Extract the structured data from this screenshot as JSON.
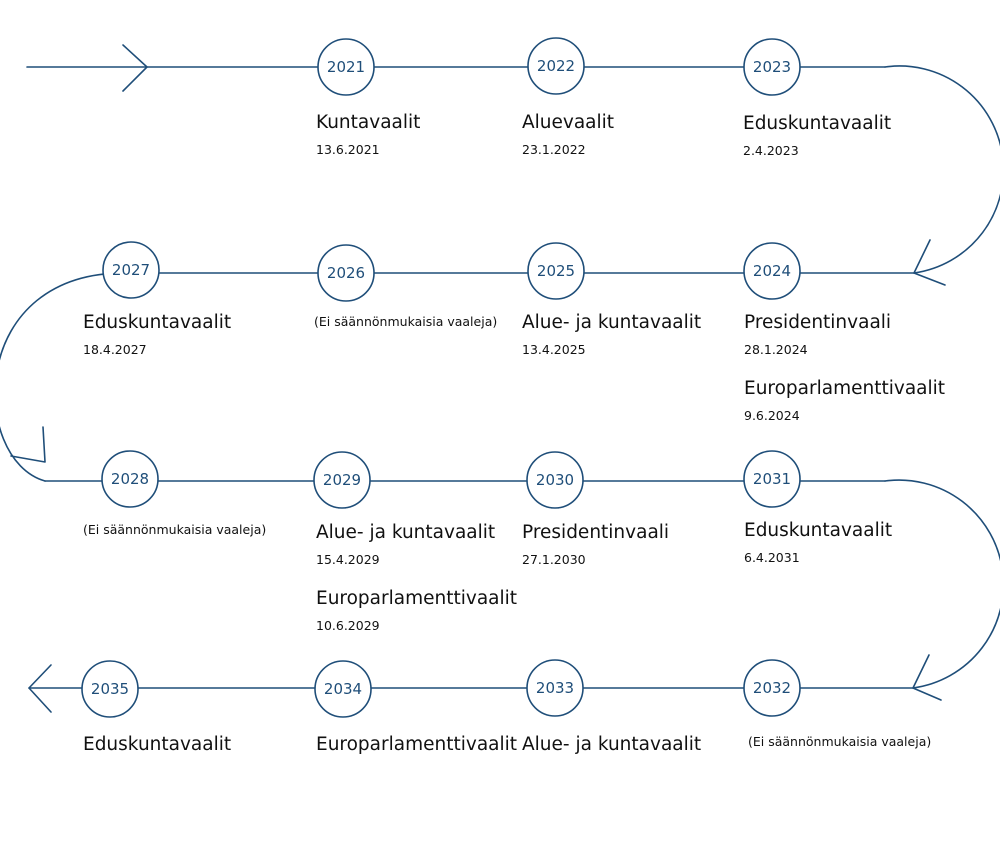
{
  "colors": {
    "line": "#1f4e79",
    "text": "#111111",
    "background": "#ffffff"
  },
  "nodes": [
    {
      "year": "2021",
      "events": [
        {
          "title": "Kuntavaalit",
          "date": "13.6.2021"
        }
      ]
    },
    {
      "year": "2022",
      "events": [
        {
          "title": "Aluevaalit",
          "date": "23.1.2022"
        }
      ]
    },
    {
      "year": "2023",
      "events": [
        {
          "title": "Eduskuntavaalit",
          "date": "2.4.2023"
        }
      ]
    },
    {
      "year": "2024",
      "events": [
        {
          "title": "Presidentinvaali",
          "date": "28.1.2024"
        },
        {
          "title": "Europarlamenttivaalit",
          "date": "9.6.2024"
        }
      ]
    },
    {
      "year": "2025",
      "events": [
        {
          "title": "Alue- ja kuntavaalit",
          "date": "13.4.2025"
        }
      ]
    },
    {
      "year": "2026",
      "note": "(Ei säännönmukaisia vaaleja)"
    },
    {
      "year": "2027",
      "events": [
        {
          "title": "Eduskuntavaalit",
          "date": "18.4.2027"
        }
      ]
    },
    {
      "year": "2028",
      "note": "(Ei säännönmukaisia vaaleja)"
    },
    {
      "year": "2029",
      "events": [
        {
          "title": "Alue- ja kuntavaalit",
          "date": "15.4.2029"
        },
        {
          "title": "Europarlamenttivaalit",
          "date": "10.6.2029"
        }
      ]
    },
    {
      "year": "2030",
      "events": [
        {
          "title": "Presidentinvaali",
          "date": "27.1.2030"
        }
      ]
    },
    {
      "year": "2031",
      "events": [
        {
          "title": "Eduskuntavaalit",
          "date": "6.4.2031"
        }
      ]
    },
    {
      "year": "2032",
      "note": "(Ei säännönmukaisia vaaleja)"
    },
    {
      "year": "2033",
      "events": [
        {
          "title": "Alue- ja kuntavaalit"
        }
      ]
    },
    {
      "year": "2034",
      "events": [
        {
          "title": "Europarlamenttivaalit"
        }
      ]
    },
    {
      "year": "2035",
      "events": [
        {
          "title": "Eduskuntavaalit"
        }
      ]
    }
  ]
}
